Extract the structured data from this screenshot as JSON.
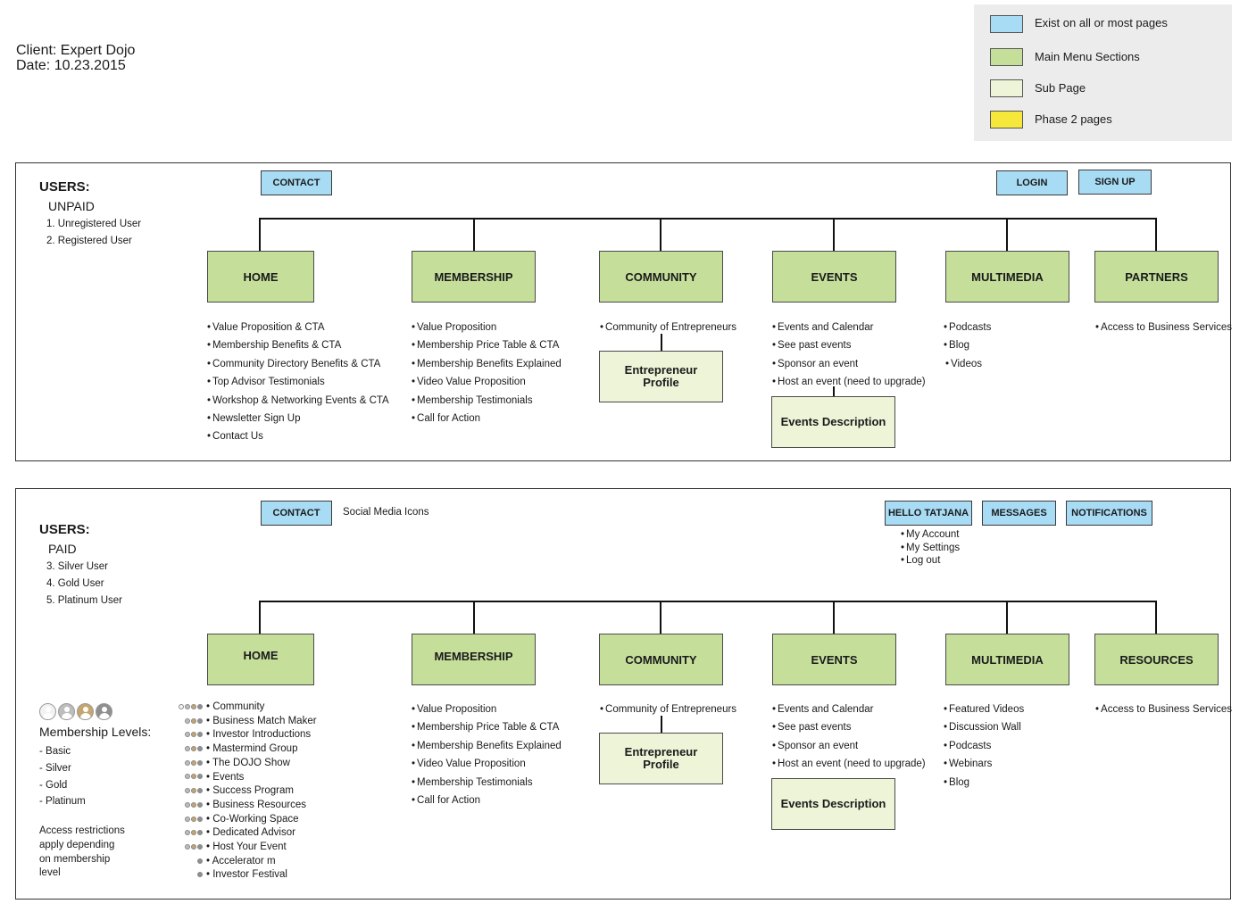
{
  "header": {
    "client": "Client: Expert Dojo",
    "date": "Date: 10.23.2015"
  },
  "legend": [
    {
      "label": "Exist on all or most pages",
      "color": "#a8dcf5"
    },
    {
      "label": "Main Menu Sections",
      "color": "#c5df9b"
    },
    {
      "label": "Sub Page",
      "color": "#eef4d8"
    },
    {
      "label": "Phase 2  pages",
      "color": "#f5e83a"
    }
  ],
  "unpaid": {
    "users_title": "USERS:",
    "users_type": "UNPAID",
    "users": [
      "1. Unregistered User",
      "2. Registered User"
    ],
    "buttons": {
      "contact": "CONTACT",
      "login": "LOGIN",
      "signup": "SIGN UP"
    },
    "sections": {
      "home": {
        "label": "HOME",
        "items": [
          "Value Proposition & CTA",
          "Membership Benefits  & CTA",
          "Community Directory Benefits & CTA",
          "Top Advisor Testimonials",
          "Workshop & Networking Events & CTA",
          "Newsletter Sign Up",
          "Contact Us"
        ]
      },
      "membership": {
        "label": "MEMBERSHIP",
        "items": [
          "Value Proposition",
          "Membership Price Table & CTA",
          "Membership Benefits Explained",
          "Video Value Proposition",
          "Membership Testimonials",
          "Call for Action"
        ]
      },
      "community": {
        "label": "COMMUNITY",
        "items": [
          "Community of Entrepreneurs"
        ],
        "sub": [
          "Entrepreneur",
          "Profile"
        ]
      },
      "events": {
        "label": "EVENTS",
        "items": [
          "Events and Calendar",
          "See past events",
          "Sponsor an event",
          "Host an event (need to upgrade)"
        ],
        "sub": "Events Description"
      },
      "multimedia": {
        "label": "MULTIMEDIA",
        "items": [
          "Podcasts",
          "Blog",
          "Videos"
        ]
      },
      "partners": {
        "label": "PARTNERS",
        "items": [
          "Access to Business Services"
        ]
      }
    }
  },
  "paid": {
    "users_title": "USERS:",
    "users_type": "PAID",
    "users": [
      "3. Silver User",
      "4. Gold User",
      "5. Platinum User"
    ],
    "buttons": {
      "contact": "CONTACT",
      "hello": "HELLO TATJANA",
      "messages": "MESSAGES",
      "notifications": "NOTIFICATIONS"
    },
    "social": "Social Media Icons",
    "account_menu": [
      "My Account",
      "My Settings",
      "Log out"
    ],
    "membership_levels_title": "Membership Levels:",
    "membership_levels": [
      "- Basic",
      "- Silver",
      "- Gold",
      "- Platinum"
    ],
    "access_note": [
      "Access restrictions",
      "apply depending",
      "on membership",
      "level"
    ],
    "sections": {
      "home": {
        "label": "HOME",
        "items": [
          {
            "text": "Community",
            "levels": 4
          },
          {
            "text": "Business Match Maker",
            "levels": 3
          },
          {
            "text": "Investor Introductions",
            "levels": 3
          },
          {
            "text": "Mastermind Group",
            "levels": 3
          },
          {
            "text": "The DOJO Show",
            "levels": 3
          },
          {
            "text": "Events",
            "levels": 3
          },
          {
            "text": "Success Program",
            "levels": 3
          },
          {
            "text": "Business Resources",
            "levels": 3
          },
          {
            "text": "Co-Working Space",
            "levels": 3
          },
          {
            "text": "Dedicated Advisor",
            "levels": 3
          },
          {
            "text": "Host Your Event",
            "levels": 3
          },
          {
            "text": "Accelerator m",
            "levels": 1
          },
          {
            "text": "Investor Festival",
            "levels": 1
          }
        ]
      },
      "membership": {
        "label": "MEMBERSHIP",
        "items": [
          "Value Proposition",
          "Membership Price Table & CTA",
          "Membership Benefits Explained",
          "Video Value Proposition",
          "Membership Testimonials",
          "Call for Action"
        ]
      },
      "community": {
        "label": "COMMUNITY",
        "items": [
          "Community of Entrepreneurs"
        ],
        "sub": [
          "Entrepreneur",
          "Profile"
        ]
      },
      "events": {
        "label": "EVENTS",
        "items": [
          "Events and Calendar",
          "See past events",
          "Sponsor an event",
          "Host an event (need to upgrade)"
        ],
        "sub": "Events Description"
      },
      "multimedia": {
        "label": "MULTIMEDIA",
        "items": [
          "Featured Videos",
          "Discussion Wall",
          "Podcasts",
          "Webinars",
          "Blog"
        ]
      },
      "resources": {
        "label": "RESOURCES",
        "items": [
          "Access to Business Services"
        ]
      }
    }
  }
}
